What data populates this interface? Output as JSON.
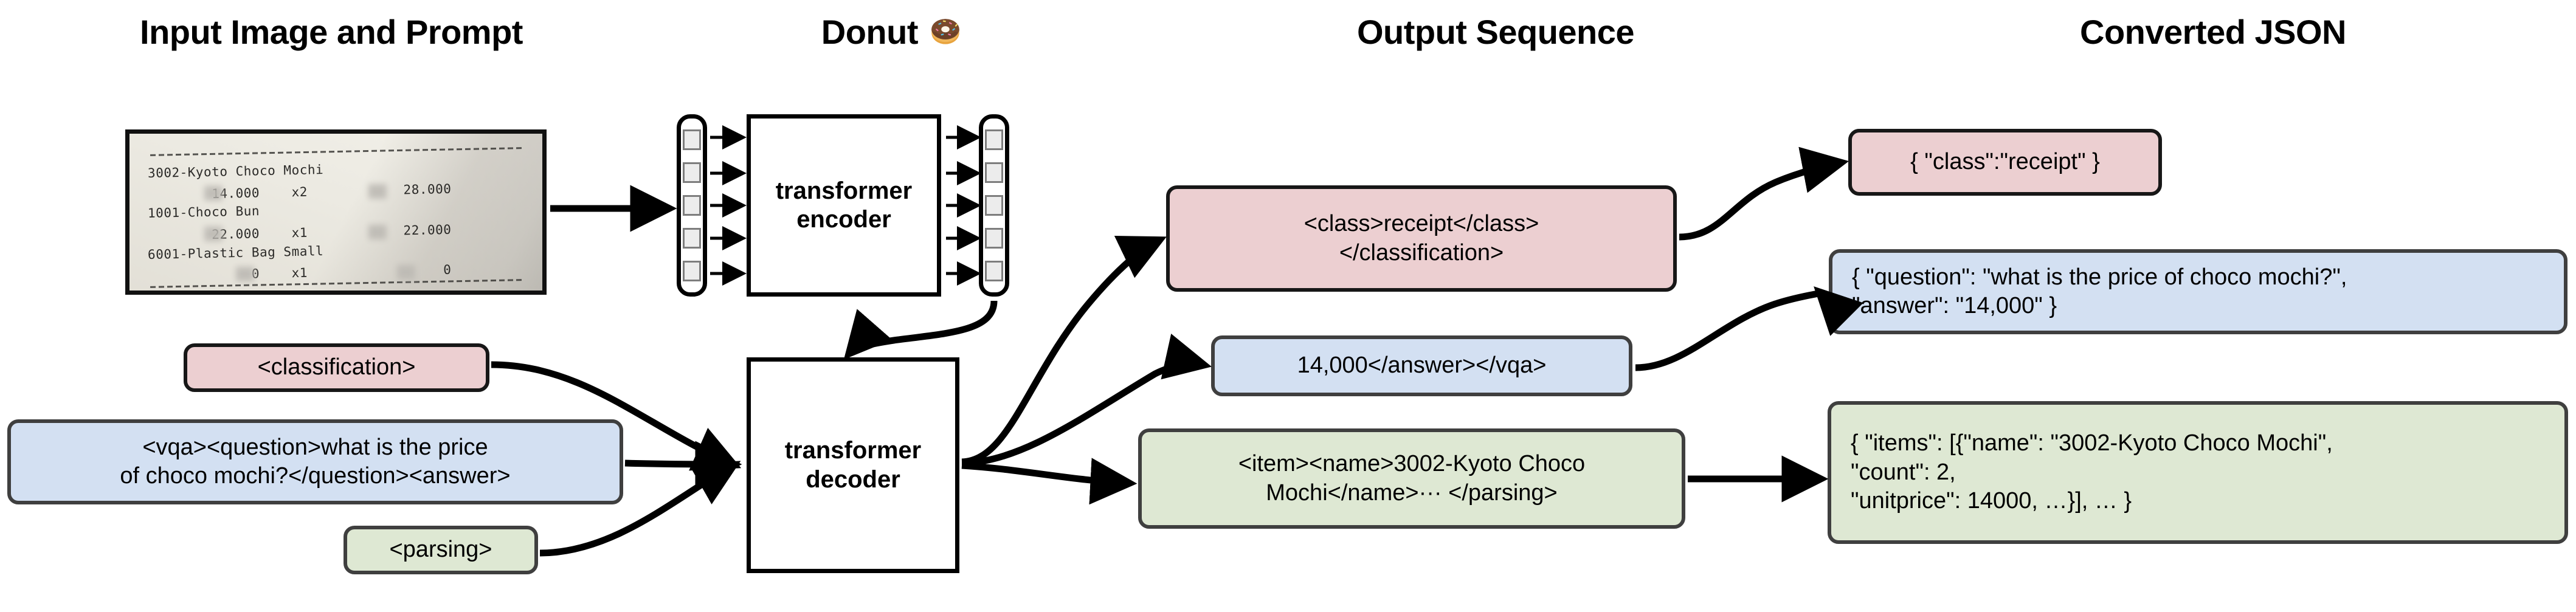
{
  "headings": {
    "input": "Input Image and Prompt",
    "model": "Donut",
    "output": "Output Sequence",
    "json": "Converted JSON"
  },
  "icons": {
    "donut": "donut-emoji-icon"
  },
  "receipt": {
    "alt": "receipt-photo",
    "lines": [
      "3002-Kyoto Choco Mochi",
      "        14.000    x2            28.000",
      "1001-Choco Bun",
      "        22.000    x1            22.000",
      "6001-Plastic Bag Small",
      "             0    x1                 0"
    ],
    "items": [
      {
        "code": "3002",
        "name": "Kyoto Choco Mochi",
        "unitprice": "14.000",
        "count": "x2",
        "price": "28.000"
      },
      {
        "code": "1001",
        "name": "Choco Bun",
        "unitprice": "22.000",
        "count": "x1",
        "price": "22.000"
      },
      {
        "code": "6001",
        "name": "Plastic Bag Small",
        "unitprice": "0",
        "count": "x1",
        "price": "0"
      }
    ]
  },
  "model": {
    "encoder_label": "transformer\nencoder",
    "decoder_label": "transformer\ndecoder",
    "encoder_input_tokens": 5,
    "encoder_output_tokens": 5
  },
  "prompts": [
    {
      "id": "classification",
      "text": "<classification>",
      "color": "#eccfd1"
    },
    {
      "id": "vqa",
      "text": "<vqa><question>what is the price\nof choco mochi?</question><answer>",
      "color": "#d3e0f2"
    },
    {
      "id": "parsing",
      "text": "<parsing>",
      "color": "#dee8d3"
    }
  ],
  "output_sequences": [
    {
      "id": "classification-output",
      "text": "<class>receipt</class>\n</classification>",
      "color": "#eccfd1"
    },
    {
      "id": "vqa-output",
      "text": "14,000</answer></vqa>",
      "color": "#d3e0f2"
    },
    {
      "id": "parsing-output",
      "text": "<item><name>3002-Kyoto Choco\nMochi</name>··· </parsing>",
      "color": "#dee8d3"
    }
  ],
  "converted_json": [
    {
      "id": "classification-json",
      "text": "{ \"class\":\"receipt\" }",
      "color": "#eccfd1"
    },
    {
      "id": "vqa-json",
      "text": "{ \"question\": \"what is the price of choco mochi?\",\n   \"answer\": \"14,000\" }",
      "color": "#d3e0f2"
    },
    {
      "id": "parsing-json",
      "text": "{ \"items\": [{\"name\": \"3002-Kyoto Choco Mochi\",\n     \"count\": 2,\n     \"unitprice\": 14000, …}], … }",
      "color": "#dee8d3"
    }
  ],
  "colors": {
    "pink": "#eccfd1",
    "blue": "#d3e0f2",
    "green": "#dee8d3",
    "stroke": "#3f3f3f",
    "black": "#000000"
  }
}
